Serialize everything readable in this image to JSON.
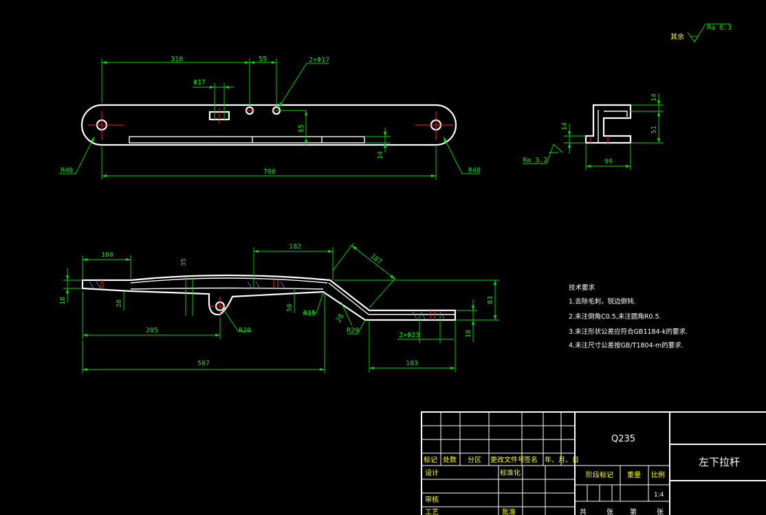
{
  "roughness": {
    "other_label": "其余",
    "value": "Ra 6.3",
    "side_value": "Ra 3.2"
  },
  "top_view": {
    "dim_310": "310",
    "dim_55": "55",
    "dim_phi17": "Φ17",
    "dim_holes": "2×Φ17",
    "dim_65": "65",
    "dim_14": "14",
    "dim_700": "700",
    "dim_r40_left": "R40",
    "dim_r40_right": "R40"
  },
  "side_view": {
    "dim_14a": "14",
    "dim_14b": "14",
    "dim_51": "51",
    "dim_99": "99"
  },
  "front_view": {
    "dim_100": "100",
    "dim_35": "35",
    "dim_182": "182",
    "dim_187": "187",
    "dim_18a": "18",
    "dim_28a": "28",
    "dim_50": "50",
    "dim_r15": "R15",
    "dim_r20a": "R20",
    "dim_285": "285",
    "dim_28b": "28",
    "dim_r20b": "R20",
    "dim_2phi23": "2×Φ23",
    "dim_18b": "18",
    "dim_83": "83",
    "dim_507": "507",
    "dim_183": "183"
  },
  "tech_notes": {
    "title": "技术要求",
    "items": [
      "1.去除毛刺，锐边倒钝.",
      "2.未注倒角C0.5,未注圆角R0.5.",
      "3.未注形状公差应符合GB1184-k的要求.",
      "4.未注尺寸公差按GB/T1804-m的要求."
    ]
  },
  "title_block": {
    "material": "Q235",
    "part_name": "左下拉杆",
    "headers": [
      "标记",
      "处数",
      "分区",
      "更改文件号",
      "签名",
      "年、月、日"
    ],
    "design": "设计",
    "standardization": "标准化",
    "review": "审核",
    "process": "工艺",
    "approve": "批准",
    "stage_mark": "阶段标记",
    "weight": "重量",
    "scale_label": "比例",
    "scale_value": "1:4",
    "total": "共",
    "sheets": "张",
    "page": "第",
    "sheets2": "张"
  }
}
